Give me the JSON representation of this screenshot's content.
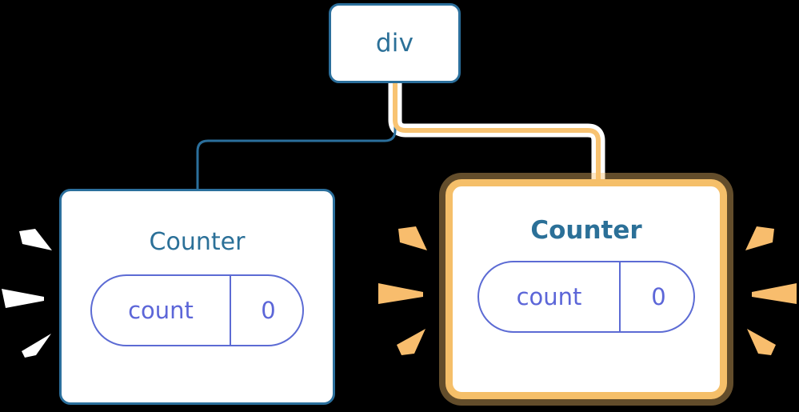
{
  "diagram": {
    "title": "component-tree",
    "background_color": "#000000",
    "colors": {
      "node_border_blue": "#2b6f9c",
      "node_title_blue": "#2b7098",
      "highlight_orange": "#f5bf69",
      "highlight_glow": "#fbe0b4",
      "pill_purple": "#5c66d8",
      "edge_blue": "#2b6f9c",
      "edge_orange": "#f8c372",
      "edge_halo_white": "#ffffff",
      "sparkle_white": "#ffffff",
      "sparkle_orange": "#f8bd6d",
      "node_fill": "#ffffff"
    },
    "nodes": [
      {
        "id": "div",
        "label": "div",
        "highlighted": false
      },
      {
        "id": "counter-left",
        "label": "Counter",
        "highlighted": false,
        "state": {
          "name": "count",
          "value": "0"
        }
      },
      {
        "id": "counter-right",
        "label": "Counter",
        "highlighted": true,
        "state": {
          "name": "count",
          "value": "0"
        }
      }
    ],
    "edges": [
      {
        "from": "div",
        "to": "counter-left",
        "color": "#2b6f9c",
        "highlighted": false
      },
      {
        "from": "div",
        "to": "counter-right",
        "color": "#f8c372",
        "highlighted": true
      }
    ],
    "sparkles": [
      {
        "target": "counter-left",
        "side": "left",
        "color": "#ffffff",
        "count": 3
      },
      {
        "target": "counter-right",
        "side": "left",
        "color": "#f8bd6d",
        "count": 3
      },
      {
        "target": "counter-right",
        "side": "right",
        "color": "#f8bd6d",
        "count": 3
      }
    ]
  }
}
